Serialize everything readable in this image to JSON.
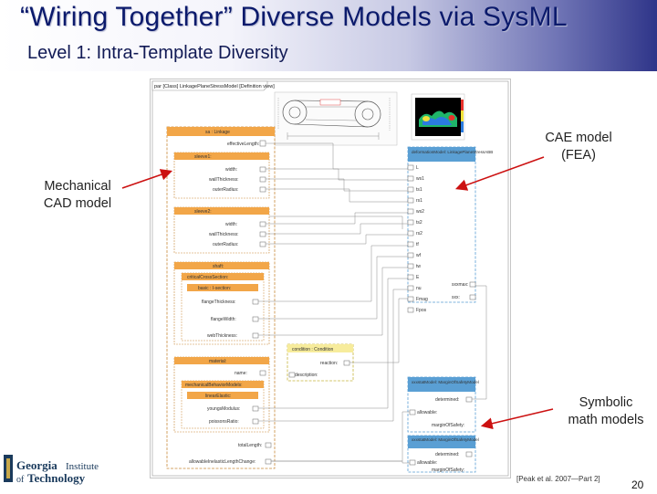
{
  "slide": {
    "title": "“Wiring Together” Diverse Models via SysML",
    "subtitle": "Level 1: Intra-Template Diversity",
    "page_number": "20",
    "citation": "[Peak et al. 2007—Part 2]"
  },
  "callouts": {
    "mechanical": [
      "Mechanical",
      "CAD model"
    ],
    "cae": [
      "CAE model",
      "(FEA)"
    ],
    "symbolic": [
      "Symbolic",
      "math models"
    ]
  },
  "logo": {
    "text": "Georgia Institute of Technology",
    "color": "#1a3a5c"
  },
  "colors": {
    "title": "#0b1a6c",
    "subtitle": "#111a55",
    "arrow": "#cc1111",
    "block_orange": "#f2a648",
    "block_blue": "#5a9fd4",
    "block_yellow": "#f7ec9c"
  },
  "diagram": {
    "header": "par [Class] LinkagePlaneStressModel [Definition view]",
    "linkage_block": {
      "title": "sa : Linkage",
      "effective_length": "effectiveLength:",
      "sleeve1": {
        "title": "sleeve1:",
        "rows": [
          "width:",
          "wallThickness:",
          "outerRadius:"
        ]
      },
      "sleeve2": {
        "title": "sleeve2:",
        "rows": [
          "width:",
          "wallThickness:",
          "outerRadius:"
        ]
      },
      "shaft": {
        "title": "shaft:",
        "cross_section": "criticalCrossSection:",
        "basic": "basic : I-section:",
        "rows": [
          "flangeThickness:",
          "flangeWidth:",
          "webThickness:"
        ]
      },
      "material": {
        "title": "material:",
        "name": "name:",
        "behavior": "mechanicalBehaviorModels:",
        "elastic": "linearElastic:",
        "rows": [
          "youngsModulus:",
          "poissonsRatio:"
        ]
      },
      "footer": [
        "totalLength:",
        "allowableInelasticLengthChange:"
      ]
    },
    "fea_block": {
      "title": "deformationModel: LinkagePlaneStressABB",
      "ports": [
        "L",
        "ws1",
        "ts1",
        "rs1",
        "ws2",
        "ts2",
        "rs2",
        "tf",
        "wf",
        "tw",
        "E",
        "nu",
        "Fmag",
        "Fpos"
      ],
      "outputs": [
        "sxxmax:",
        "sxx:"
      ]
    },
    "condition_block": {
      "title": "condition : Condition",
      "rows": [
        "reaction:",
        "description:"
      ]
    },
    "math_block_1": {
      "title": "xxxstatModel: MarginOfSafetyModel",
      "rows": [
        "determined:",
        "allowable:",
        "marginOfSafety:"
      ]
    },
    "math_block_2": {
      "title": "xxxstatModel: MarginOfSafetyModel",
      "rows": [
        "determined:",
        "allowable:",
        "marginOfSafety:"
      ]
    }
  }
}
